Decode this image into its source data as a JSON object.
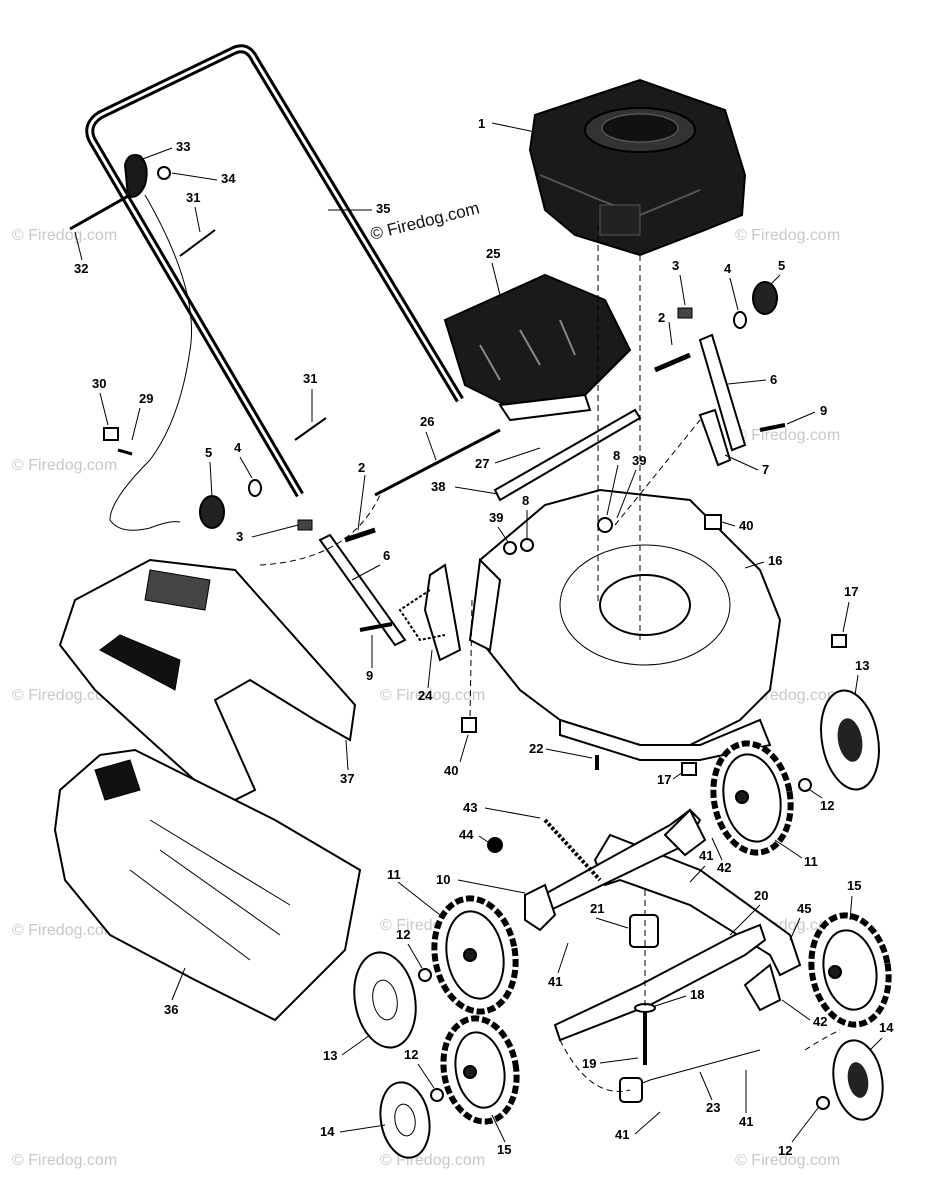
{
  "watermark": {
    "main": "© Firedog.com",
    "faint": "© Firedog.com"
  },
  "callouts": {
    "c1": "1",
    "c2a": "2",
    "c2b": "2",
    "c3a": "3",
    "c3b": "3",
    "c4a": "4",
    "c4b": "4",
    "c5a": "5",
    "c5b": "5",
    "c6a": "6",
    "c6b": "6",
    "c7": "7",
    "c8a": "8",
    "c8b": "8",
    "c9a": "9",
    "c9b": "9",
    "c10": "10",
    "c11a": "11",
    "c11b": "11",
    "c12a": "12",
    "c12b": "12",
    "c12c": "12",
    "c12d": "12",
    "c13a": "13",
    "c13b": "13",
    "c14a": "14",
    "c14b": "14",
    "c15a": "15",
    "c15b": "15",
    "c16": "16",
    "c17a": "17",
    "c17b": "17",
    "c18": "18",
    "c19": "19",
    "c20": "20",
    "c21": "21",
    "c22": "22",
    "c23": "23",
    "c24": "24",
    "c25": "25",
    "c26": "26",
    "c27": "27",
    "c29": "29",
    "c30": "30",
    "c31a": "31",
    "c31b": "31",
    "c32": "32",
    "c33": "33",
    "c34": "34",
    "c35": "35",
    "c36": "36",
    "c37": "37",
    "c38": "38",
    "c39a": "39",
    "c39b": "39",
    "c40a": "40",
    "c40b": "40",
    "c41a": "41",
    "c41b": "41",
    "c41c": "41",
    "c41d": "41",
    "c42a": "42",
    "c42b": "42",
    "c43": "43",
    "c44": "44",
    "c45": "45"
  }
}
